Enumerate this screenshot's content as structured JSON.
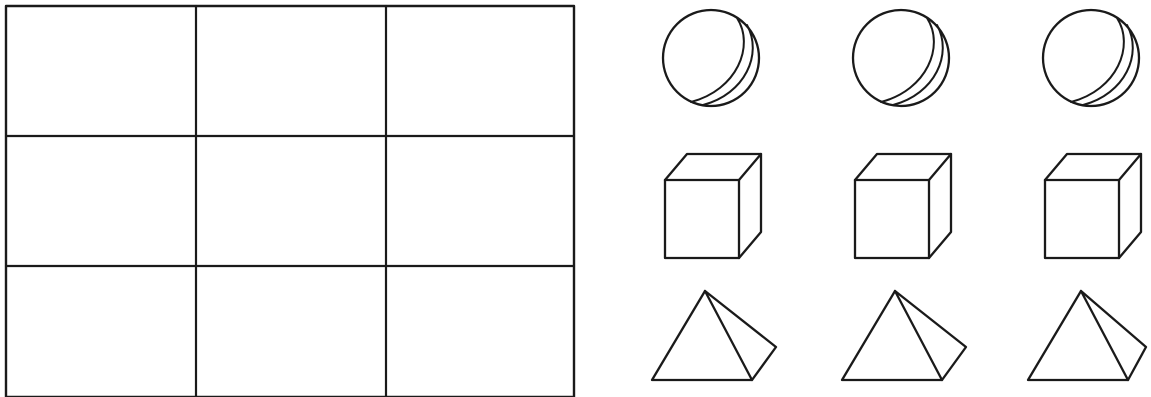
{
  "grid": {
    "rows": 3,
    "columns": 3,
    "cells": [
      [
        {
          "content": ""
        },
        {
          "content": ""
        },
        {
          "content": ""
        }
      ],
      [
        {
          "content": ""
        },
        {
          "content": ""
        },
        {
          "content": ""
        }
      ],
      [
        {
          "content": ""
        },
        {
          "content": ""
        },
        {
          "content": ""
        }
      ]
    ]
  },
  "pieces": {
    "rows": [
      {
        "shape": "sphere",
        "count": 3
      },
      {
        "shape": "cube",
        "count": 3
      },
      {
        "shape": "pyramid",
        "count": 3
      }
    ]
  },
  "colors": {
    "line": "#1a1a1a",
    "background": "#ffffff"
  }
}
